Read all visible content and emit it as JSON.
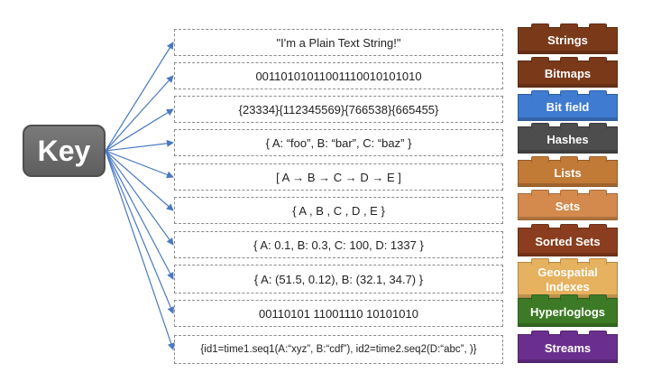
{
  "key_label": "Key",
  "arrow_color": "#4a78c2",
  "rows": [
    {
      "value": "\"I'm a Plain Text String!\"",
      "type": "Strings",
      "color": "#7a3a1a"
    },
    {
      "value": "00110101011001110010101010",
      "type": "Bitmaps",
      "color": "#7a3a1a"
    },
    {
      "value": "{23334}{112345569}{766538}{665455}",
      "type": "Bit field",
      "color": "#3f7bd0"
    },
    {
      "value": "{ A: “foo”, B: “bar”, C: “baz”  }",
      "type": "Hashes",
      "color": "#4d4d4d"
    },
    {
      "value": "[ A → B → C → D → E ]",
      "type": "Lists",
      "color": "#c27a37"
    },
    {
      "value": "{  A , B , C , D , E  }",
      "type": "Sets",
      "color": "#d48a4d"
    },
    {
      "value": "{ A: 0.1, B: 0.3, C: 100, D: 1337 }",
      "type": "Sorted Sets",
      "color": "#8a3e1f"
    },
    {
      "value": "{ A: (51.5, 0.12), B: (32.1, 34.7)  }",
      "type": "Geospatial Indexes",
      "color": "#e6b25f"
    },
    {
      "value": "00110101 11001110 10101010",
      "type": "Hyperloglogs",
      "color": "#3d7a26"
    },
    {
      "value": "{id1=time1.seq1(A:“xyz”, B:“cdf”), id2=time2.seq2(D:“abc”, )}",
      "type": "Streams",
      "color": "#6a2f8e"
    }
  ]
}
